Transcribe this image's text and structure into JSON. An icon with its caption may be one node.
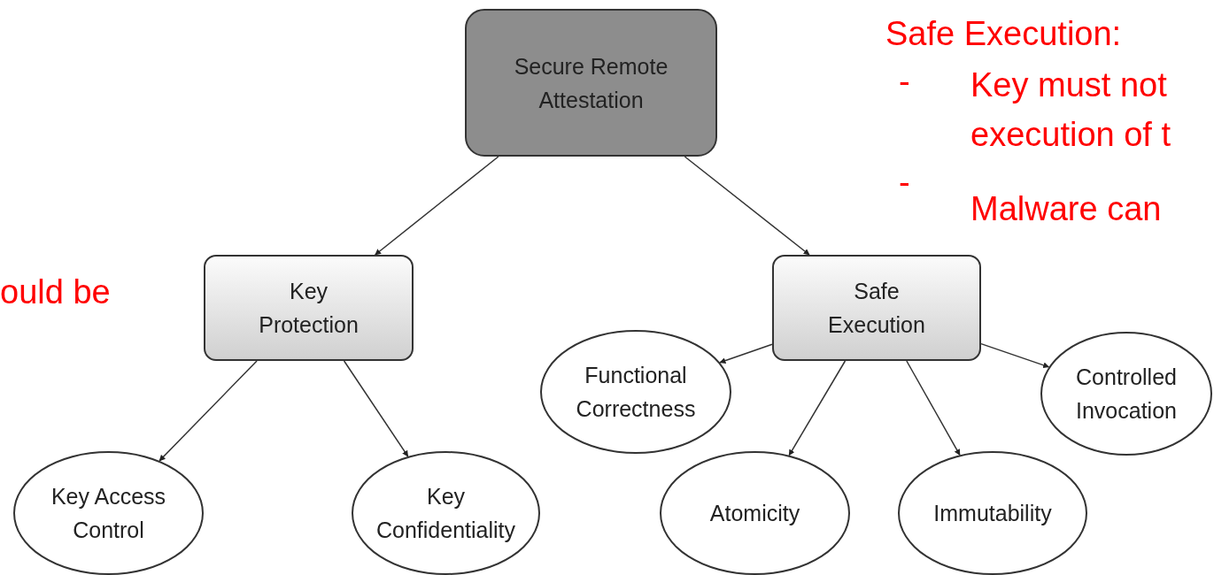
{
  "diagram": {
    "nodes": [
      {
        "text": [
          "Secure Remote Attestation"
        ]
      },
      {
        "text": [
          "Key Protection"
        ]
      },
      {
        "text": [
          "Safe Execution"
        ]
      },
      {
        "text": [
          "Key Access Control"
        ]
      },
      {
        "text": [
          "Key Confidentiality"
        ]
      },
      {
        "text": [
          "Functional Correctness"
        ]
      },
      {
        "text": [
          "Atomicity"
        ]
      },
      {
        "text": [
          "Immutability"
        ]
      },
      {
        "text": [
          "Controlled Invocation"
        ]
      }
    ],
    "edges": [
      {
        "from": 0,
        "to": 1,
        "arrow": "to"
      },
      {
        "from": 0,
        "to": 2,
        "arrow": "to"
      },
      {
        "from": 1,
        "to": 3,
        "arrow": "to"
      },
      {
        "from": 1,
        "to": 4,
        "arrow": "to"
      },
      {
        "from": 2,
        "to": 5,
        "arrow": "to"
      },
      {
        "from": 2,
        "to": 6,
        "arrow": "to"
      },
      {
        "from": 2,
        "to": 7,
        "arrow": "to"
      },
      {
        "from": 2,
        "to": 8,
        "arrow": "to"
      }
    ],
    "labels": [
      "Safe Execution:",
      "-",
      "Key must not execution of t",
      "-",
      "Malware can",
      "ould be"
    ]
  }
}
